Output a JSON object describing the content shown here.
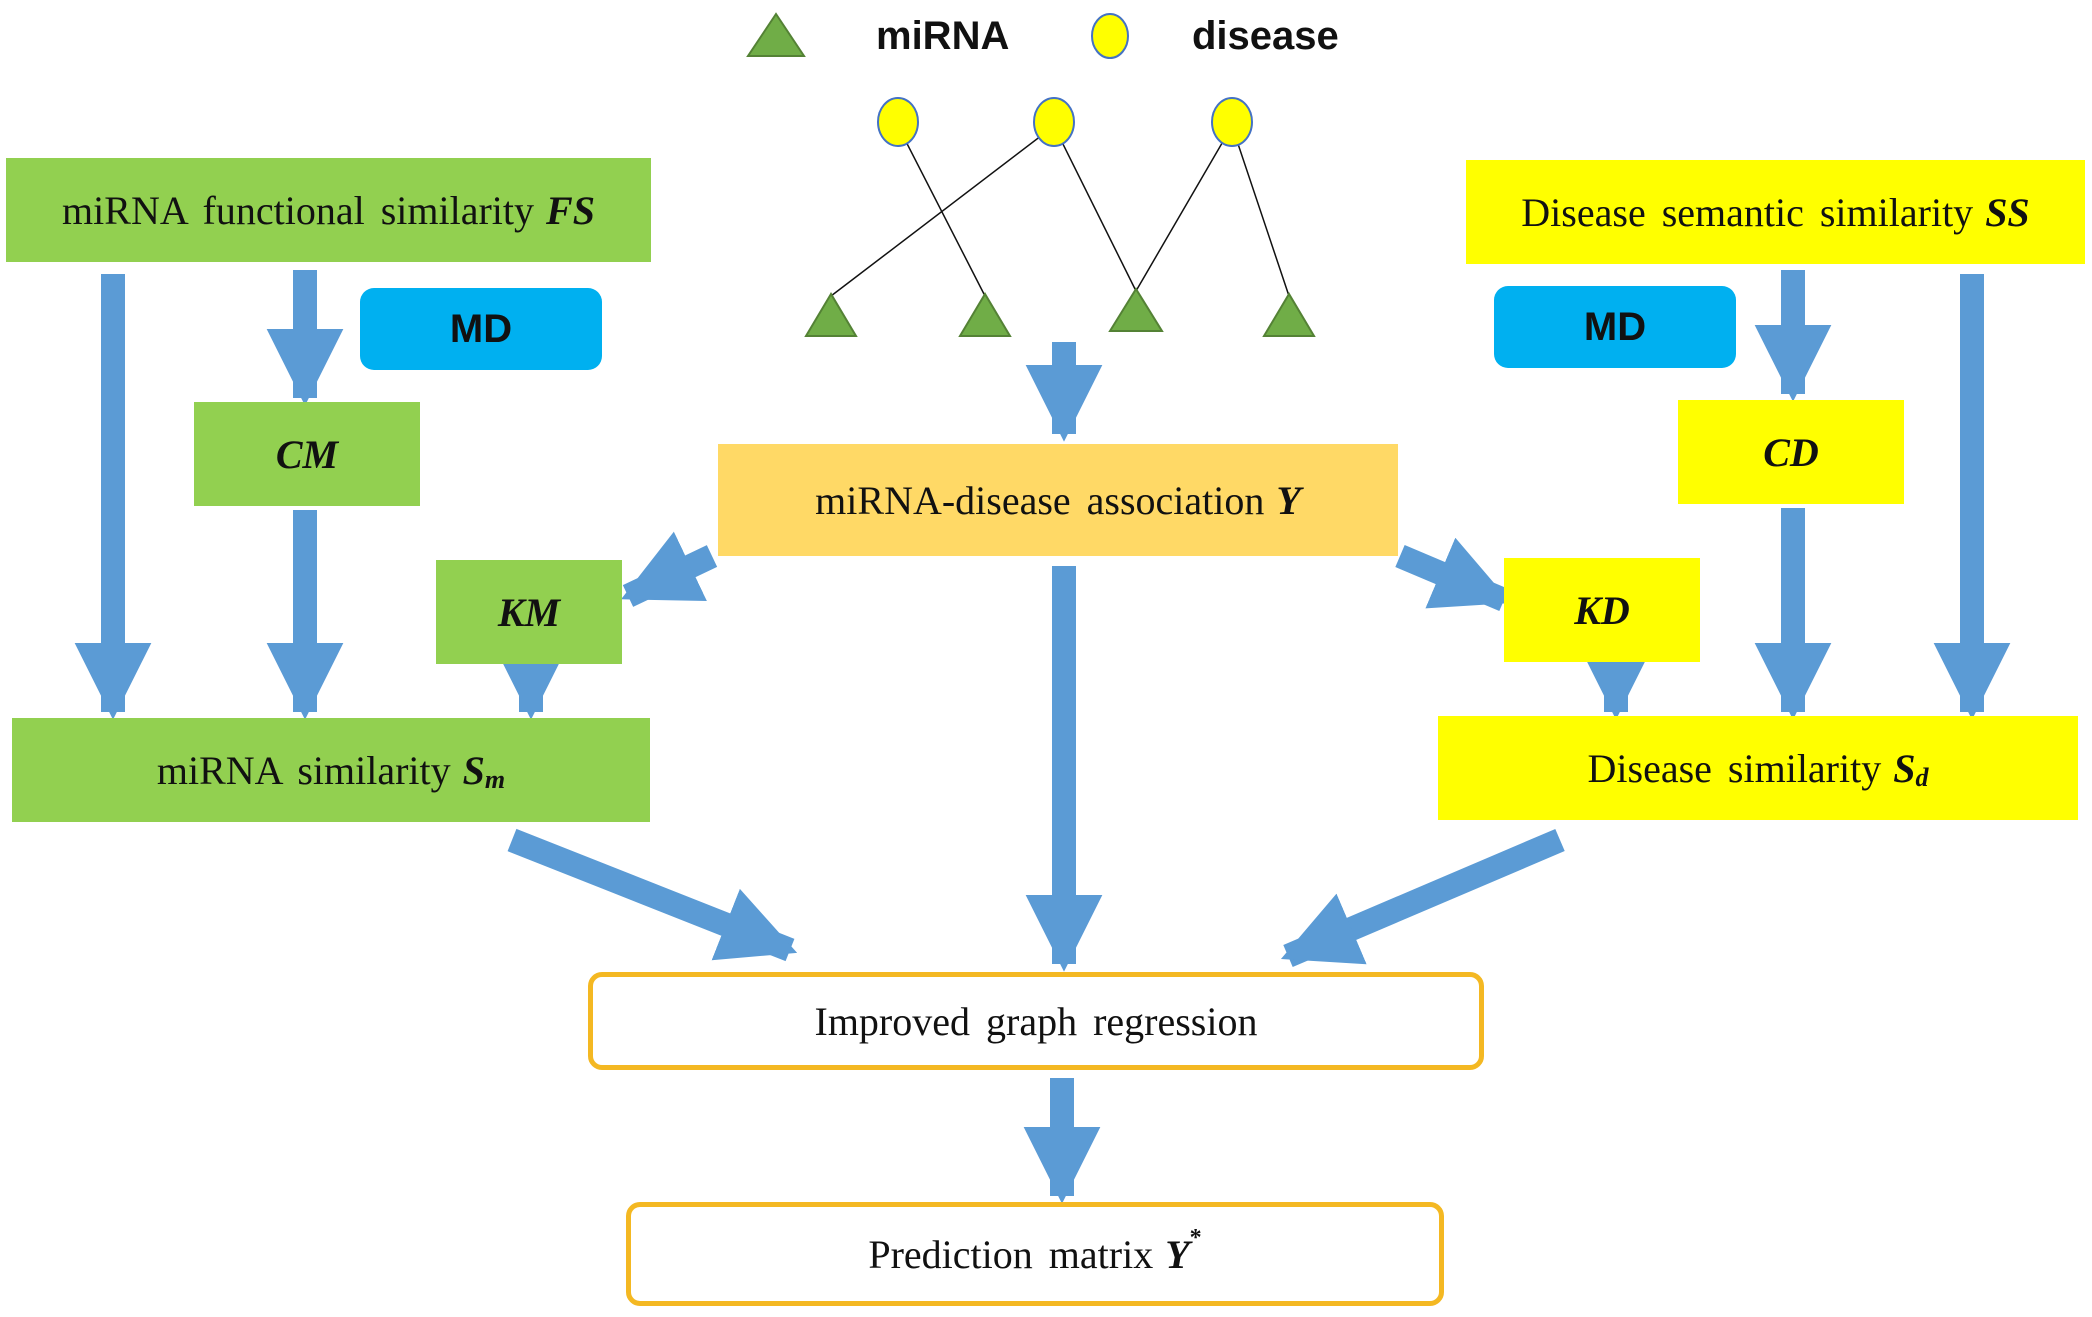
{
  "legend": {
    "mirna_label": "miRNA",
    "disease_label": "disease"
  },
  "colors": {
    "green_fill": "#92d050",
    "yellow_fill": "#ffff00",
    "orange_fill": "#ffd966",
    "blue_fill": "#00b0f0",
    "outline": "#f4b822",
    "arrow": "#5b9bd5",
    "triangle": "#70ad47"
  },
  "nodes": {
    "mirna_fs": {
      "text": "miRNA functional similarity",
      "symbol": "FS"
    },
    "md_left": {
      "text": "MD"
    },
    "cm": {
      "symbol": "CM"
    },
    "km": {
      "symbol": "KM"
    },
    "mirna_sim": {
      "text": "miRNA similarity",
      "symbol": "S",
      "sub": "m"
    },
    "assoc": {
      "text": "miRNA-disease association",
      "symbol": "Y"
    },
    "disease_ss": {
      "text": "Disease semantic similarity",
      "symbol": "SS"
    },
    "md_right": {
      "text": "MD"
    },
    "cd": {
      "symbol": "CD"
    },
    "kd": {
      "symbol": "KD"
    },
    "disease_sim": {
      "text": "Disease similarity",
      "symbol": "S",
      "sub": "d"
    },
    "igr": {
      "text": "Improved graph regression"
    },
    "pred": {
      "text": "Prediction matrix",
      "symbol": "Y",
      "sup": "*"
    }
  }
}
